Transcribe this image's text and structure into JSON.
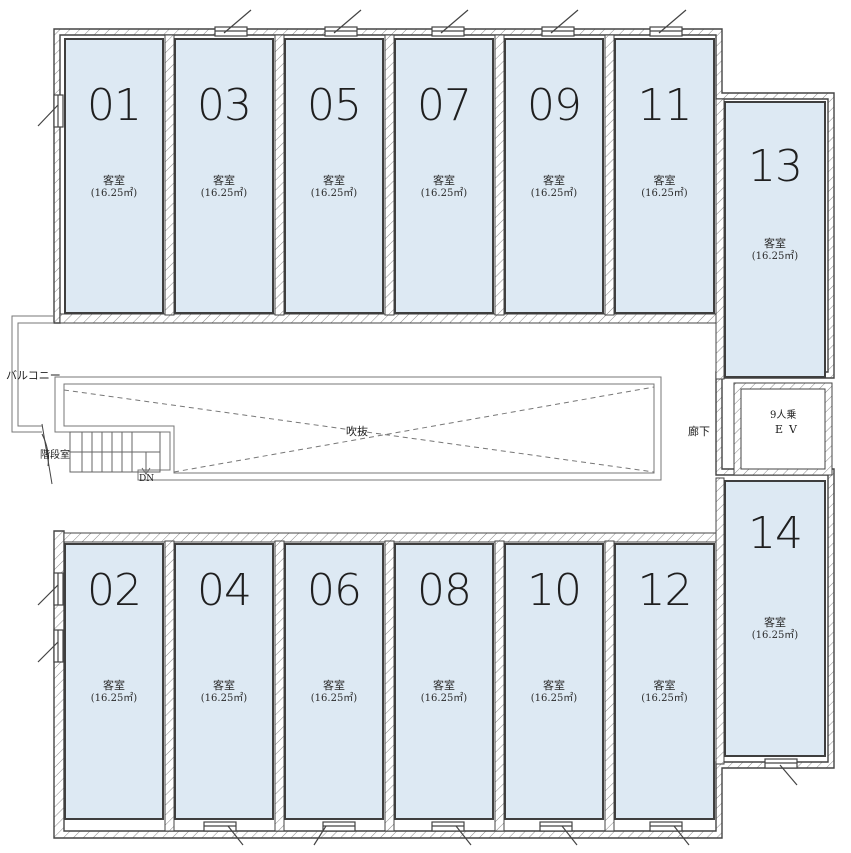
{
  "rooms": [
    {
      "number": "01",
      "kind": "客室",
      "area": "(16.25㎡)"
    },
    {
      "number": "03",
      "kind": "客室",
      "area": "(16.25㎡)"
    },
    {
      "number": "05",
      "kind": "客室",
      "area": "(16.25㎡)"
    },
    {
      "number": "07",
      "kind": "客室",
      "area": "(16.25㎡)"
    },
    {
      "number": "09",
      "kind": "客室",
      "area": "(16.25㎡)"
    },
    {
      "number": "11",
      "kind": "客室",
      "area": "(16.25㎡)"
    },
    {
      "number": "13",
      "kind": "客室",
      "area": "(16.25㎡)"
    },
    {
      "number": "02",
      "kind": "客室",
      "area": "(16.25㎡)"
    },
    {
      "number": "04",
      "kind": "客室",
      "area": "(16.25㎡)"
    },
    {
      "number": "06",
      "kind": "客室",
      "area": "(16.25㎡)"
    },
    {
      "number": "08",
      "kind": "客室",
      "area": "(16.25㎡)"
    },
    {
      "number": "10",
      "kind": "客室",
      "area": "(16.25㎡)"
    },
    {
      "number": "12",
      "kind": "客室",
      "area": "(16.25㎡)"
    },
    {
      "number": "14",
      "kind": "客室",
      "area": "(16.25㎡)"
    }
  ],
  "labels": {
    "balcony": "バルコニー",
    "void": "吹抜",
    "corridor": "廊下",
    "elevator_capacity": "9人乗",
    "elevator": "EV",
    "stair_room": "階段室",
    "down": "DN"
  },
  "colors": {
    "room_fill": "#dde9f3",
    "wall": "#3e3e3e",
    "line": "#555555"
  }
}
